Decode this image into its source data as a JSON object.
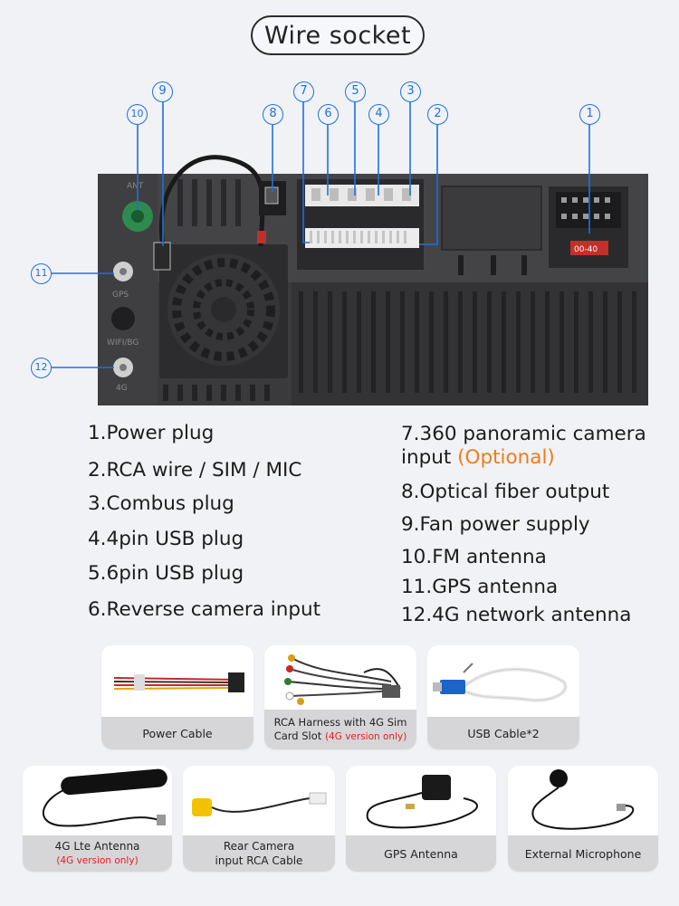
{
  "title": "Wire socket",
  "callouts": [
    "1",
    "2",
    "3",
    "4",
    "5",
    "6",
    "7",
    "8",
    "9",
    "10",
    "11",
    "12"
  ],
  "panel_labels": {
    "ant": "ANT",
    "gps": "GPS",
    "wifi": "WIFI/BG",
    "g4": "4G",
    "plug_code": "00-40"
  },
  "features_left": [
    "1.Power plug",
    "2.RCA wire / SIM / MIC",
    "3.Combus plug",
    "4.4pin USB plug",
    "5.6pin USB plug",
    "6.Reverse camera input"
  ],
  "features_right": {
    "item7_line1": "7.360 panoramic camera",
    "item7_line2": "input ",
    "item7_optional": "(Optional)",
    "items": [
      "8.Optical fiber output",
      "9.Fan power supply",
      "10.FM antenna",
      "11.GPS antenna",
      "12.4G network antenna"
    ]
  },
  "accessories": [
    {
      "label": "Power Cable",
      "note": ""
    },
    {
      "label": "RCA Harness with 4G Sim",
      "label2": "Card Slot ",
      "note": "(4G version only)"
    },
    {
      "label": "USB Cable*2",
      "note": ""
    },
    {
      "label": "4G Lte Antenna",
      "note": "(4G version only)"
    },
    {
      "label": "Rear Camera",
      "label2": "input RCA Cable",
      "note": ""
    },
    {
      "label": "GPS Antenna",
      "note": ""
    },
    {
      "label": "External Microphone",
      "note": ""
    }
  ],
  "colors": {
    "callout": "#1f6fe0",
    "optional": "#f07a1a",
    "note": "#e02020"
  }
}
